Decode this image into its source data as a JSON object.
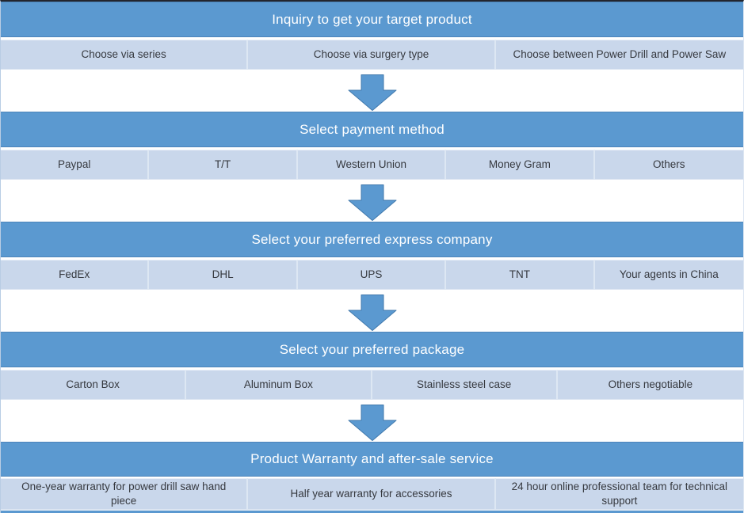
{
  "flow": {
    "steps": [
      {
        "title": "Inquiry to get your target product",
        "options": [
          "Choose via series",
          "Choose via surgery type",
          "Choose  between Power Drill and Power Saw"
        ]
      },
      {
        "title": "Select payment method",
        "options": [
          "Paypal",
          "T/T",
          "Western Union",
          "Money Gram",
          "Others"
        ]
      },
      {
        "title": "Select your preferred express company",
        "options": [
          "FedEx",
          "DHL",
          "UPS",
          "TNT",
          "Your agents in China"
        ]
      },
      {
        "title": "Select your preferred package",
        "options": [
          "Carton Box",
          "Aluminum Box",
          "Stainless steel case",
          "Others negotiable"
        ]
      },
      {
        "title": "Product Warranty and after-sale service",
        "options": [
          "One-year warranty for power drill saw hand piece",
          "Half year warranty for accessories",
          "24 hour online professional team for technical support"
        ]
      }
    ],
    "colors": {
      "header_bg": "#5b99d0",
      "header_border": "#4c84ba",
      "header_text": "#ffffff",
      "option_bg": "#c9d7eb",
      "option_divider": "#dde7f3",
      "option_text": "#36393f",
      "arrow_fill": "#5b99d0",
      "arrow_border": "#4179ad",
      "top_edge_line": "#23252d"
    }
  }
}
